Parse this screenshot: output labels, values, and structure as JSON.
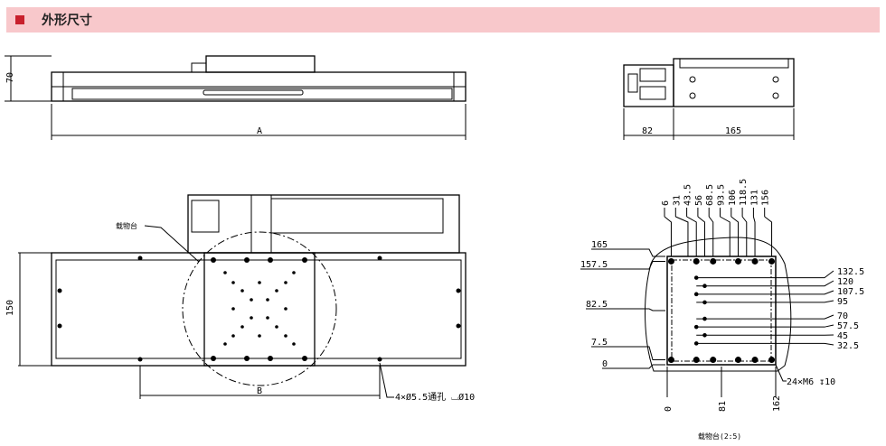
{
  "header": {
    "title": "外形尺寸",
    "accent": "#c8202c",
    "band": "#f8c8cb"
  },
  "top_view": {
    "height_dim": "70",
    "length_dim": "A"
  },
  "side_view": {
    "dim_left": "82",
    "dim_right": "165"
  },
  "plan_view": {
    "table_label": "载物台",
    "width_dim": "150",
    "pitch_dim": "B",
    "hole_note": "4×Ø5.5通孔 ⌴Ø10"
  },
  "detail": {
    "title": "载物台(2:5)",
    "top_x": [
      "6",
      "31",
      "43.5",
      "56",
      "68.5",
      "93.5",
      "106",
      "118.5",
      "131",
      "156"
    ],
    "left_y": [
      "165",
      "157.5",
      "82.5",
      "7.5",
      "0"
    ],
    "right_y": [
      "132.5",
      "120",
      "107.5",
      "95",
      "70",
      "57.5",
      "45",
      "32.5"
    ],
    "bottom_x": [
      "0",
      "81",
      "162"
    ],
    "thread_note": "24×M6 ↧10"
  }
}
